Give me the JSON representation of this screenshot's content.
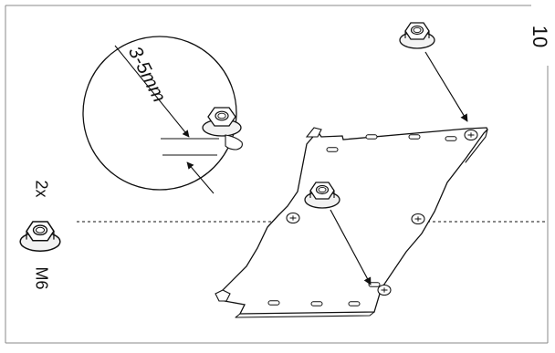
{
  "step_number": "10",
  "detail_callout": {
    "gap_label": "3-5mm"
  },
  "fastener": {
    "quantity": "2x",
    "size": "M6"
  },
  "colors": {
    "ink": "#111111",
    "paper": "#ffffff",
    "frame": "#888888",
    "metal": "#e9e9e9"
  }
}
